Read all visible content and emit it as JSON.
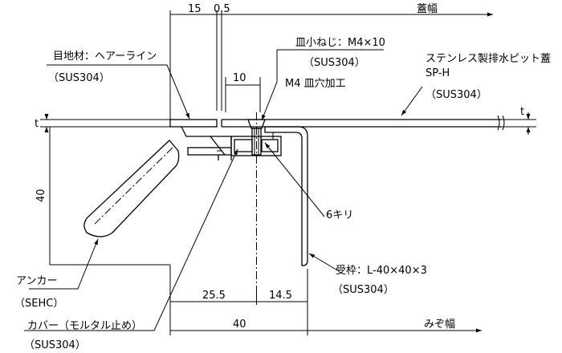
{
  "dimensions": {
    "top_15": "15",
    "top_0_5": "0.5",
    "gap_10": "10",
    "left_t": "t",
    "right_t": "t",
    "height_40": "40",
    "bottom_25_5": "25.5",
    "bottom_14_5": "14.5",
    "bottom_40": "40"
  },
  "labels": {
    "cover_width": "蓋幅",
    "groove_width": "みぞ幅",
    "joint_material": "目地材：ヘアーライン",
    "joint_material_spec": "（SUS304）",
    "screw": "皿小ねじ：M4×10",
    "screw_spec": "（SUS304）",
    "countersink": "M4 皿穴加工",
    "pit_cover": "ステンレス製排水ピット蓋",
    "pit_cover_model": "SP-H",
    "pit_cover_spec": "（SUS304）",
    "drill": "6キリ",
    "anchor": "アンカー",
    "anchor_spec": "（SEHC）",
    "frame": "受枠：L-40×40×3",
    "frame_spec": "（SUS304）",
    "cover_mortar": "カバー（モルタル止め）",
    "cover_mortar_spec": "（SUS304）"
  }
}
